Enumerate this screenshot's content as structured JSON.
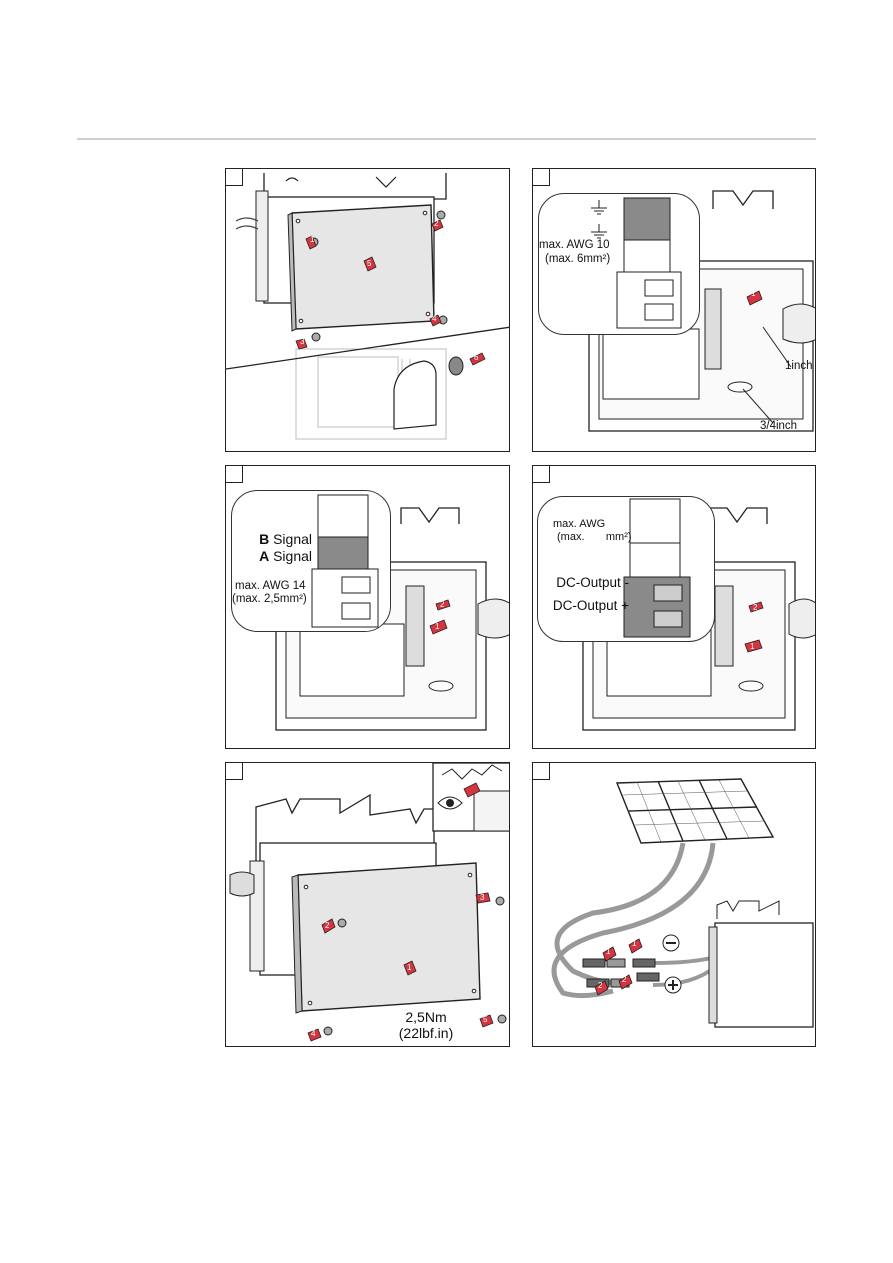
{
  "panels": {
    "p1": {},
    "p2": {
      "wire_max": "max. AWG 10",
      "wire_max_metric": "(max. 6mm²)",
      "gland_large": "1inch",
      "gland_small": "3/4inch"
    },
    "p3": {
      "b_letter": "B",
      "b_signal": "Signal",
      "a_letter": "A",
      "a_signal": "Signal",
      "wire_max": "max. AWG 14",
      "wire_max_metric": "(max. 2,5mm²)"
    },
    "p4": {
      "wire_max": "max. AWG",
      "wire_max_metric": "(max.       mm²)",
      "dc_minus": "DC-Output -",
      "dc_plus": "DC-Output +"
    },
    "p5": {
      "torque": "2,5Nm",
      "torque_imperial": "(22lbf.in)"
    },
    "p6": {}
  },
  "markers": {
    "p1": [
      "1",
      "2",
      "3",
      "4",
      "5",
      "6"
    ],
    "p2": [
      "1"
    ],
    "p3": [
      "1",
      "2"
    ],
    "p4": [
      "1",
      "2"
    ],
    "p5": [
      "1",
      "2",
      "3",
      "4",
      "5"
    ],
    "p6": [
      "1",
      "1",
      "2",
      "2"
    ]
  },
  "symbols": {
    "minus": "minus-symbol-icon",
    "plus": "plus-symbol-icon",
    "eye": "eye-icon",
    "ground": "ground-symbol-icon"
  },
  "colors": {
    "accent_red": "#d6353f",
    "metal_gray": "#e8e8e8",
    "terminal_dark": "#8a8a8a",
    "line": "#222222"
  }
}
